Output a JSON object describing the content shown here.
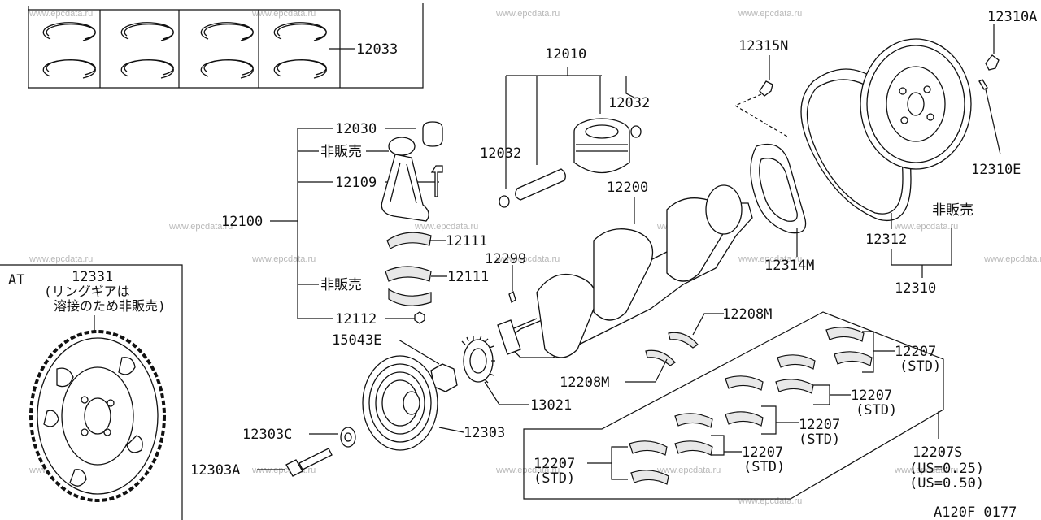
{
  "watermark": "www.epcdata.ru",
  "diagram_code": "A120F 0177",
  "at_box": {
    "title": "AT",
    "part": "12331",
    "note_line1": "(リングギアは",
    "note_line2": "溶接のため非販売)"
  },
  "parts": {
    "rings": "12033",
    "piston": "12010",
    "pin_clip_right": "12032",
    "pin_clip_left": "12032",
    "rod_bushing": "12030",
    "rod_bolt": "12109",
    "rod_assembly": "12100",
    "rod_bearing_upper": "12111",
    "rod_bearing_lower": "12111",
    "rod_nut": "12112",
    "not_sold_1": "非販売",
    "not_sold_2": "非販売",
    "not_sold_3": "非販売",
    "crankshaft": "12200",
    "crank_key": "12299",
    "pilot_bush": "15043E",
    "sprocket": "13021",
    "pulley": "12303",
    "washer": "12303C",
    "pulley_bolt": "12303A",
    "flywheel_bolt_small": "12315N",
    "signal_plate": "12314M",
    "ring_gear": "12312",
    "flywheel": "12310",
    "flywheel_bolt": "12310A",
    "dowel": "12310E",
    "thrust_washer_top": "12208M",
    "thrust_washer_bottom": "12208M",
    "main_bearing_1": "12207",
    "main_bearing_1_std": "(STD)",
    "main_bearing_2": "12207",
    "main_bearing_2_std": "(STD)",
    "main_bearing_3": "12207",
    "main_bearing_3_std": "(STD)",
    "main_bearing_4": "12207",
    "main_bearing_4_std": "(STD)",
    "main_bearing_5": "12207",
    "main_bearing_5_std": "(STD)",
    "main_bearing_set": "12207S",
    "us_025": "(US=0.25)",
    "us_050": "(US=0.50)"
  }
}
